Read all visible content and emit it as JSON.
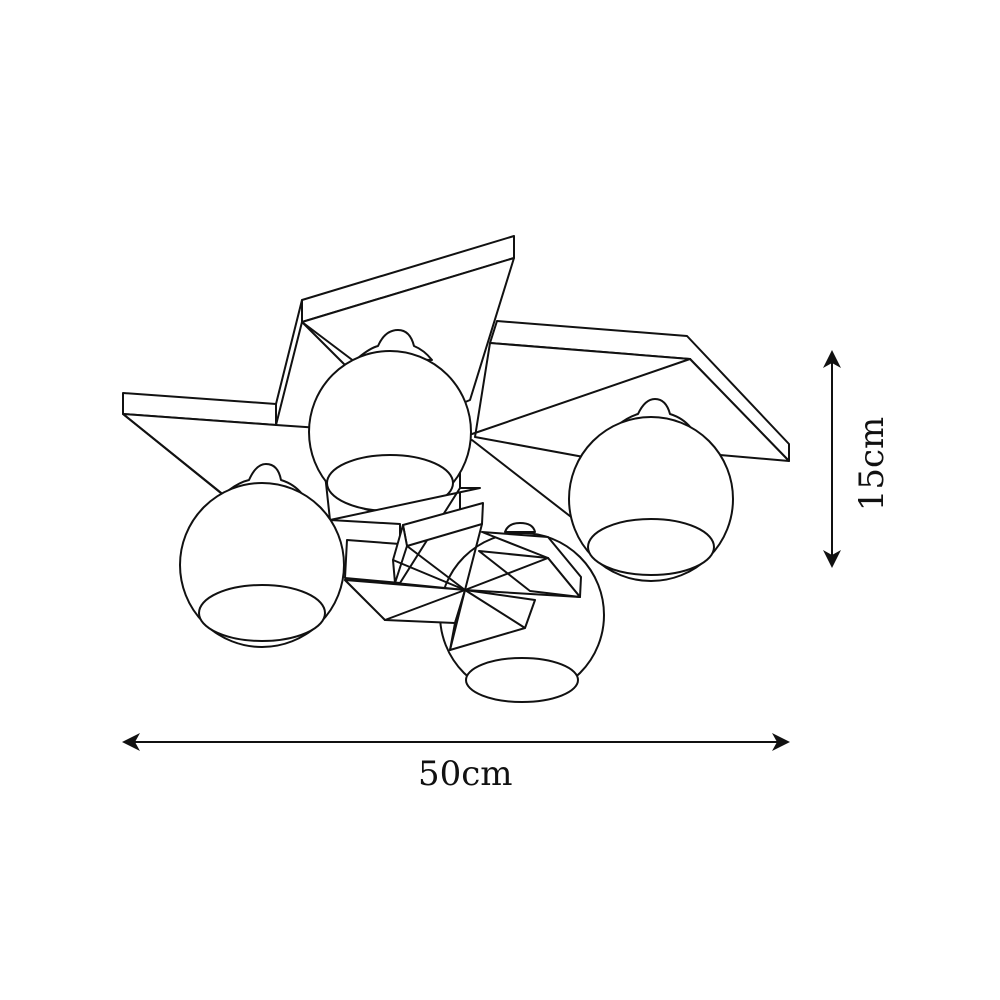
{
  "diagram": {
    "subject": "Four-light ceiling lamp with star-shaped base and globe shades",
    "dimensions": {
      "width": {
        "label": "50cm",
        "orientation": "horizontal"
      },
      "height": {
        "label": "15cm",
        "orientation": "vertical"
      }
    },
    "components": {
      "base": "star-shaped ceiling plate (four overlapping rectangular arms)",
      "center_cap": "pinwheel decorative cap",
      "shades": [
        "globe-top-center",
        "globe-right",
        "globe-left",
        "globe-bottom-center"
      ]
    },
    "colors": {
      "line": "#111111",
      "background": "#ffffff"
    }
  }
}
